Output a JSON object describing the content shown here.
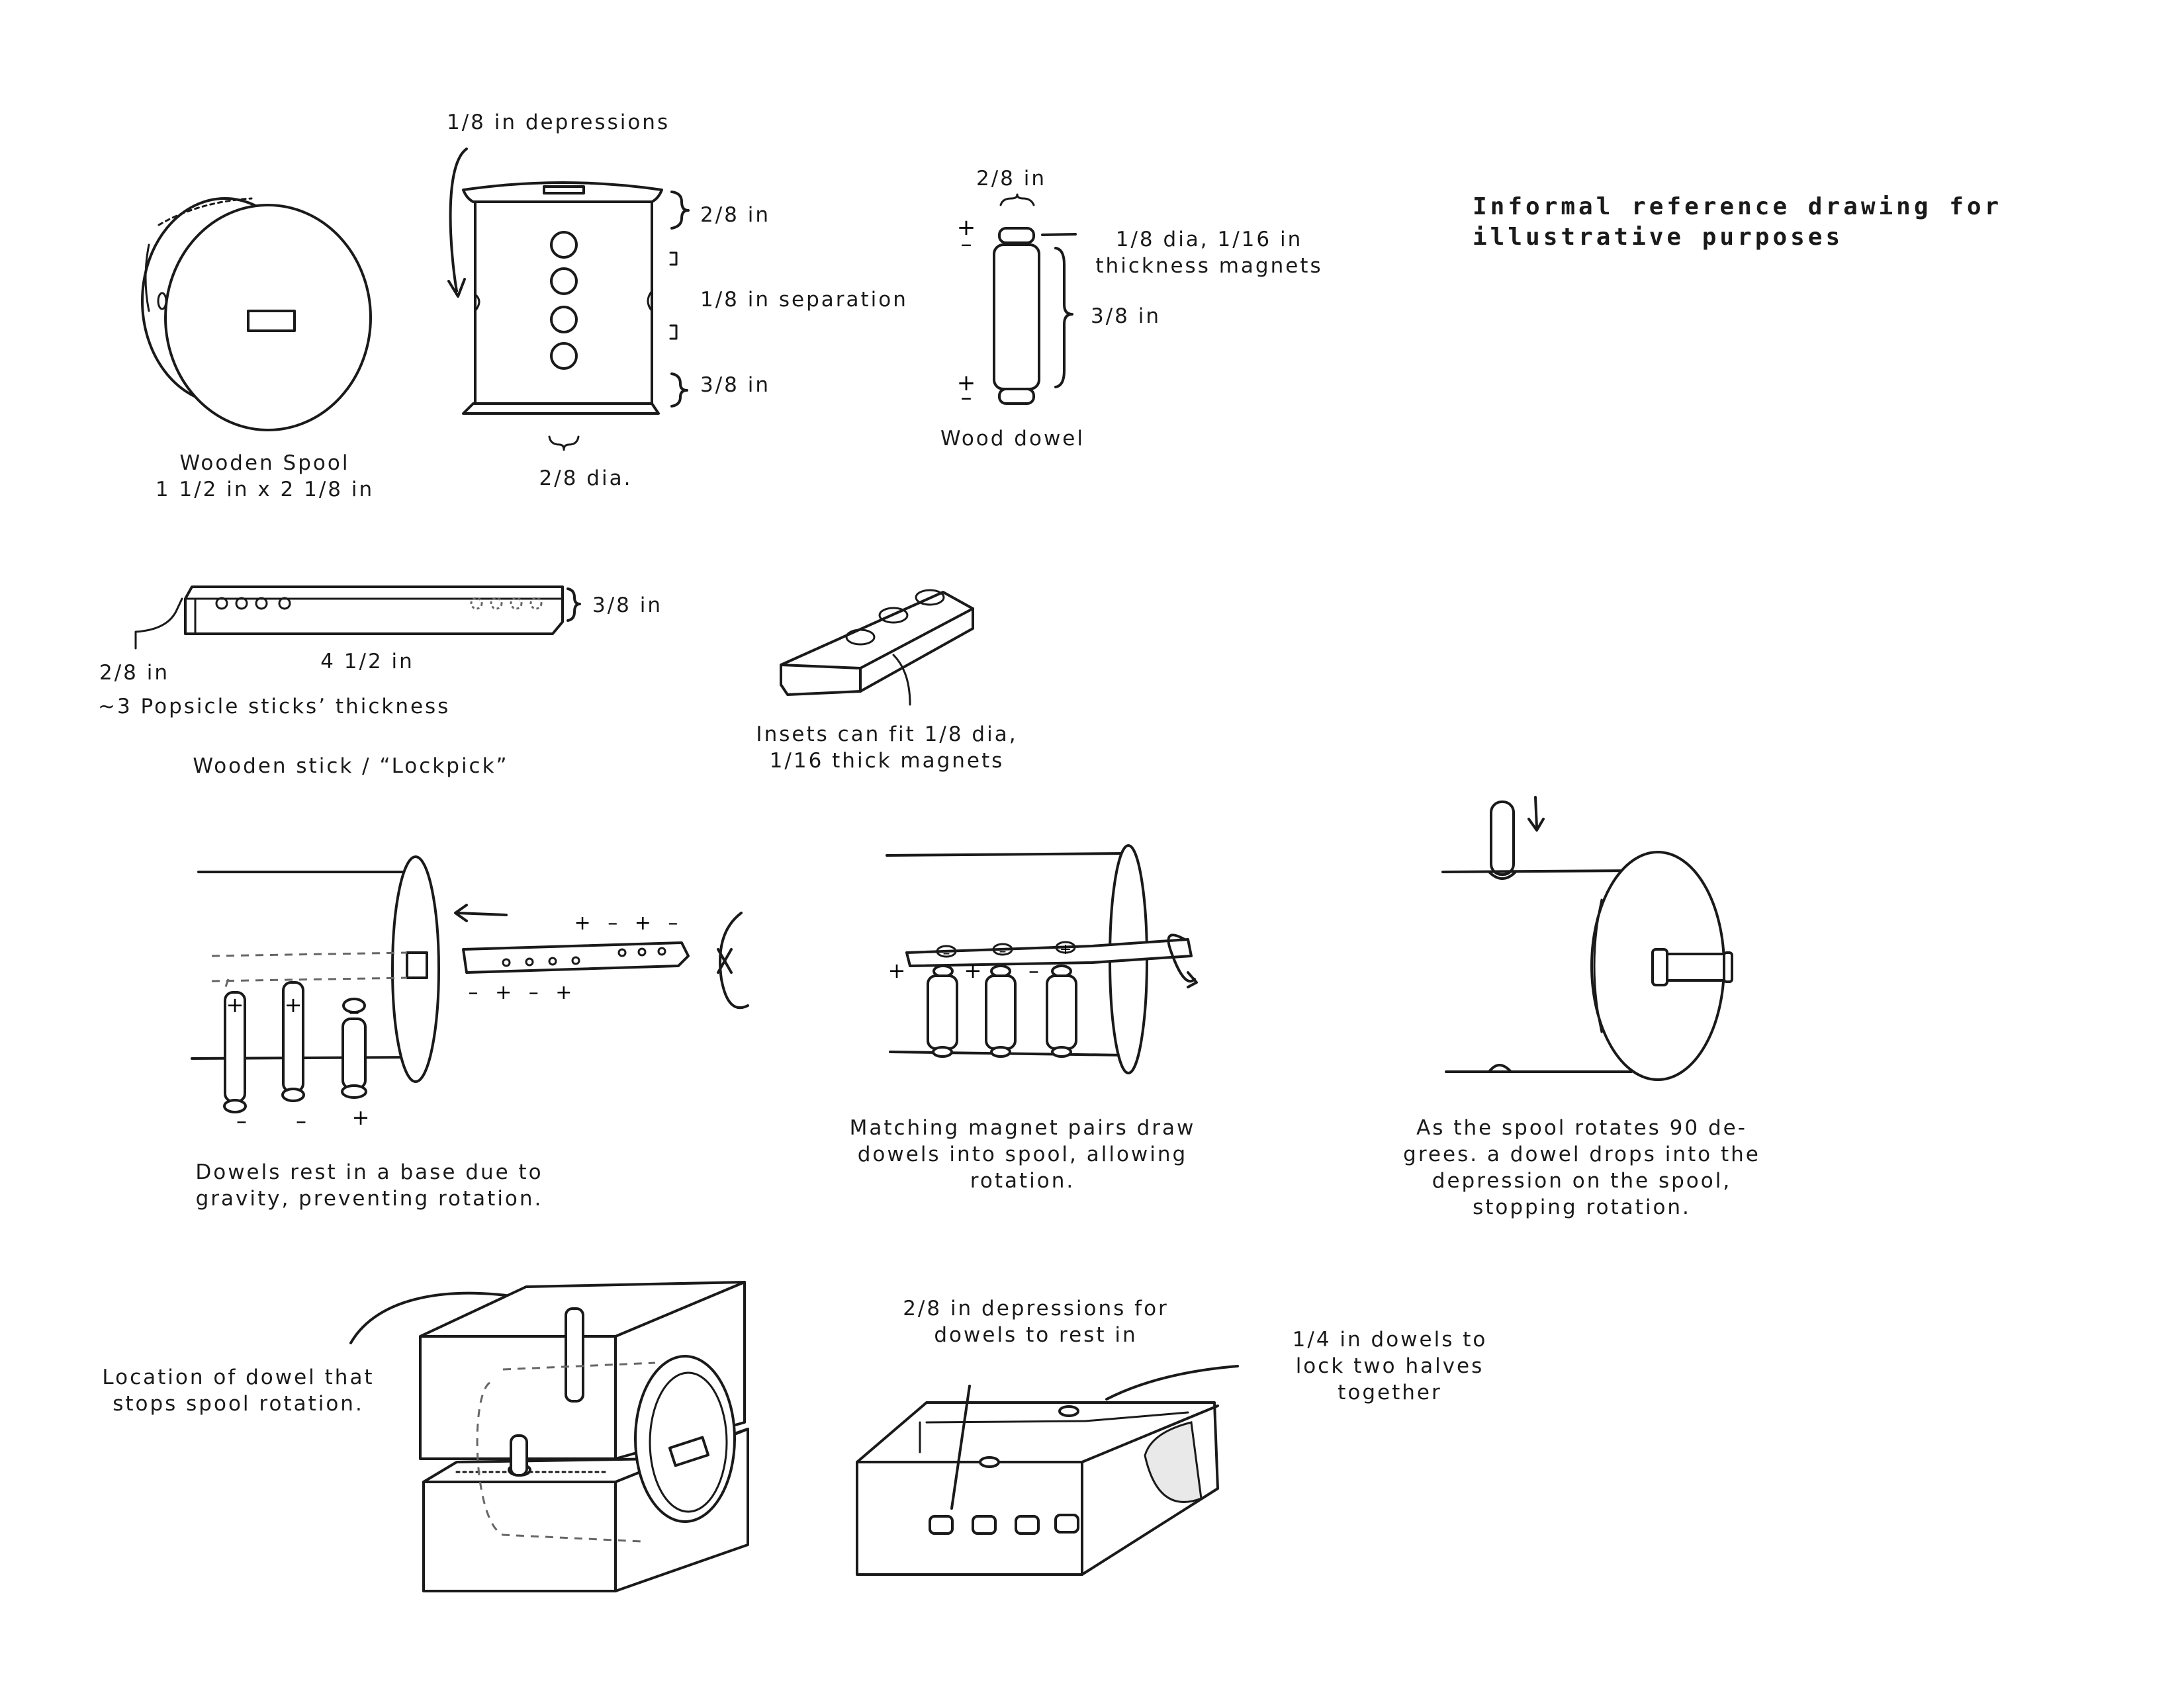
{
  "title": [
    "Informal reference drawing for",
    "illustrative purposes"
  ],
  "spool": {
    "name": "Wooden Spool",
    "size": "1 1/2 in x 2 1/8 in"
  },
  "spool_side": {
    "depressions": "1/8 in depressions",
    "top_height": "2/8 in",
    "separation": "1/8 in separation",
    "bottom_height": "3/8 in",
    "diameter": "2/8 dia."
  },
  "dowel": {
    "width": "2/8 in",
    "magnets": [
      "1/8 dia, 1/16 in",
      "thickness magnets"
    ],
    "length": "3/8 in",
    "name": "Wood dowel",
    "plus": "+",
    "minus": "–"
  },
  "lockpick": {
    "height": "3/8 in",
    "length": "4 1/2 in",
    "thickness": "2/8 in",
    "thickness_note": "~3 Popsicle sticks’ thickness",
    "name": "Wooden stick / “Lockpick”"
  },
  "inset": {
    "caption": [
      "Insets can fit 1/8 dia,",
      "1/16 thick magnets"
    ]
  },
  "step1": {
    "caption": [
      "Dowels rest in a base due to",
      "gravity, preventing rotation."
    ],
    "stick_top": "+ – + –",
    "stick_bottom": "– + – +",
    "dowel_top": [
      "+",
      "+",
      "–"
    ],
    "dowel_bottom": [
      "–",
      "–",
      "+"
    ]
  },
  "step2": {
    "caption": [
      "Matching magnet pairs draw",
      "dowels into spool, allowing",
      "rotation."
    ],
    "dowel_signs": [
      "+",
      "+",
      "–"
    ],
    "stick_signs": [
      "–",
      "–",
      "+"
    ]
  },
  "step3": {
    "caption": [
      "As the spool rotates 90 de-",
      "grees. a dowel drops into the",
      "depression on the spool,",
      "stopping rotation."
    ]
  },
  "box": {
    "stop_dowel": [
      "Location of dowel that",
      "stops spool rotation."
    ],
    "depressions": [
      "2/8 in depressions for",
      "dowels to rest in"
    ],
    "lock_dowels": [
      "1/4 in dowels to",
      "lock two halves",
      "together"
    ]
  }
}
